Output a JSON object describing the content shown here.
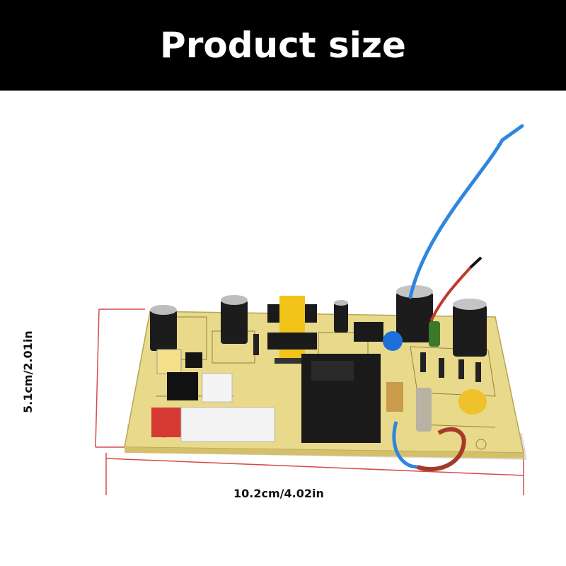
{
  "header": {
    "title": "Product size",
    "background": "#000000",
    "text_color": "#ffffff"
  },
  "dimensions": {
    "width_label": "10.2cm/4.02in",
    "height_label": "5.1cm/2.01in",
    "line_color": "#d84a4a"
  },
  "product": {
    "name": "pcb-control-board",
    "board_color": "#e9d98a",
    "wire_blue": "#2e86de",
    "wire_red": "#c0392b",
    "relay_color": "#1a1a1a"
  }
}
